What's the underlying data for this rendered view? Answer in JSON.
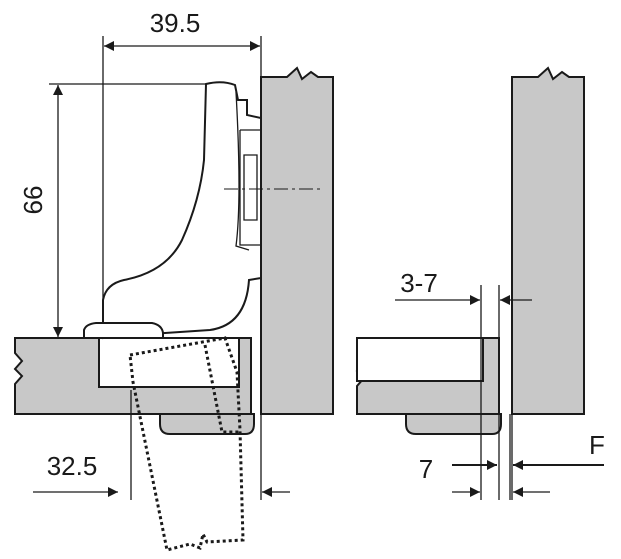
{
  "dimensions": {
    "hinge_width": "39.5",
    "cup_depth": "66",
    "drilling_distance": "32.5",
    "gap": "3-7",
    "overlay": "7",
    "force": "F"
  }
}
